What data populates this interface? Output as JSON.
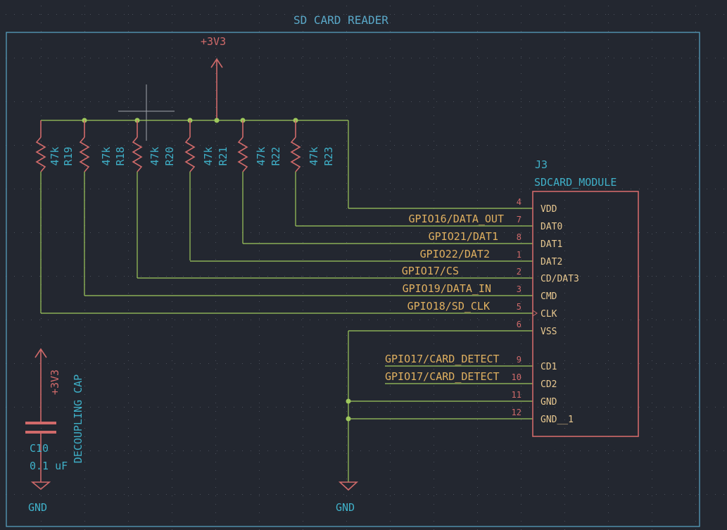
{
  "sheet": {
    "title": "SD CARD READER"
  },
  "power": {
    "vcc_label": "+3V3",
    "cap_vcc_label": "+3V3",
    "gnd_left": "GND",
    "gnd_right": "GND"
  },
  "resistors": [
    {
      "ref": "R19",
      "value": "47k"
    },
    {
      "ref": "R18",
      "value": "47k"
    },
    {
      "ref": "R20",
      "value": "47k"
    },
    {
      "ref": "R21",
      "value": "47k"
    },
    {
      "ref": "R22",
      "value": "47k"
    },
    {
      "ref": "R23",
      "value": "47k"
    }
  ],
  "capacitor": {
    "ref": "C10",
    "value": "0.1 uF",
    "note": "DECOUPLING CAP"
  },
  "module": {
    "ref": "J3",
    "name": "SDCARD_MODULE",
    "pins": [
      {
        "num": "4",
        "name": "VDD"
      },
      {
        "num": "7",
        "name": "DAT0"
      },
      {
        "num": "8",
        "name": "DAT1"
      },
      {
        "num": "1",
        "name": "DAT2"
      },
      {
        "num": "2",
        "name": "CD/DAT3"
      },
      {
        "num": "3",
        "name": "CMD"
      },
      {
        "num": "5",
        "name": "CLK"
      },
      {
        "num": "6",
        "name": "VSS"
      },
      {
        "num": "9",
        "name": "CD1"
      },
      {
        "num": "10",
        "name": "CD2"
      },
      {
        "num": "11",
        "name": "GND"
      },
      {
        "num": "12",
        "name": "GND__1"
      }
    ]
  },
  "nets": {
    "dat0": "GPIO16/DATA_OUT",
    "dat1": "GPIO21/DAT1",
    "dat2": "GPIO22/DAT2",
    "cs": "GPIO17/CS",
    "cmd": "GPIO19/DATA_IN",
    "clk": "GPIO18/SD_CLK",
    "cd1": "GPIO17/CARD_DETECT",
    "cd2": "GPIO17/CARD_DETECT"
  }
}
